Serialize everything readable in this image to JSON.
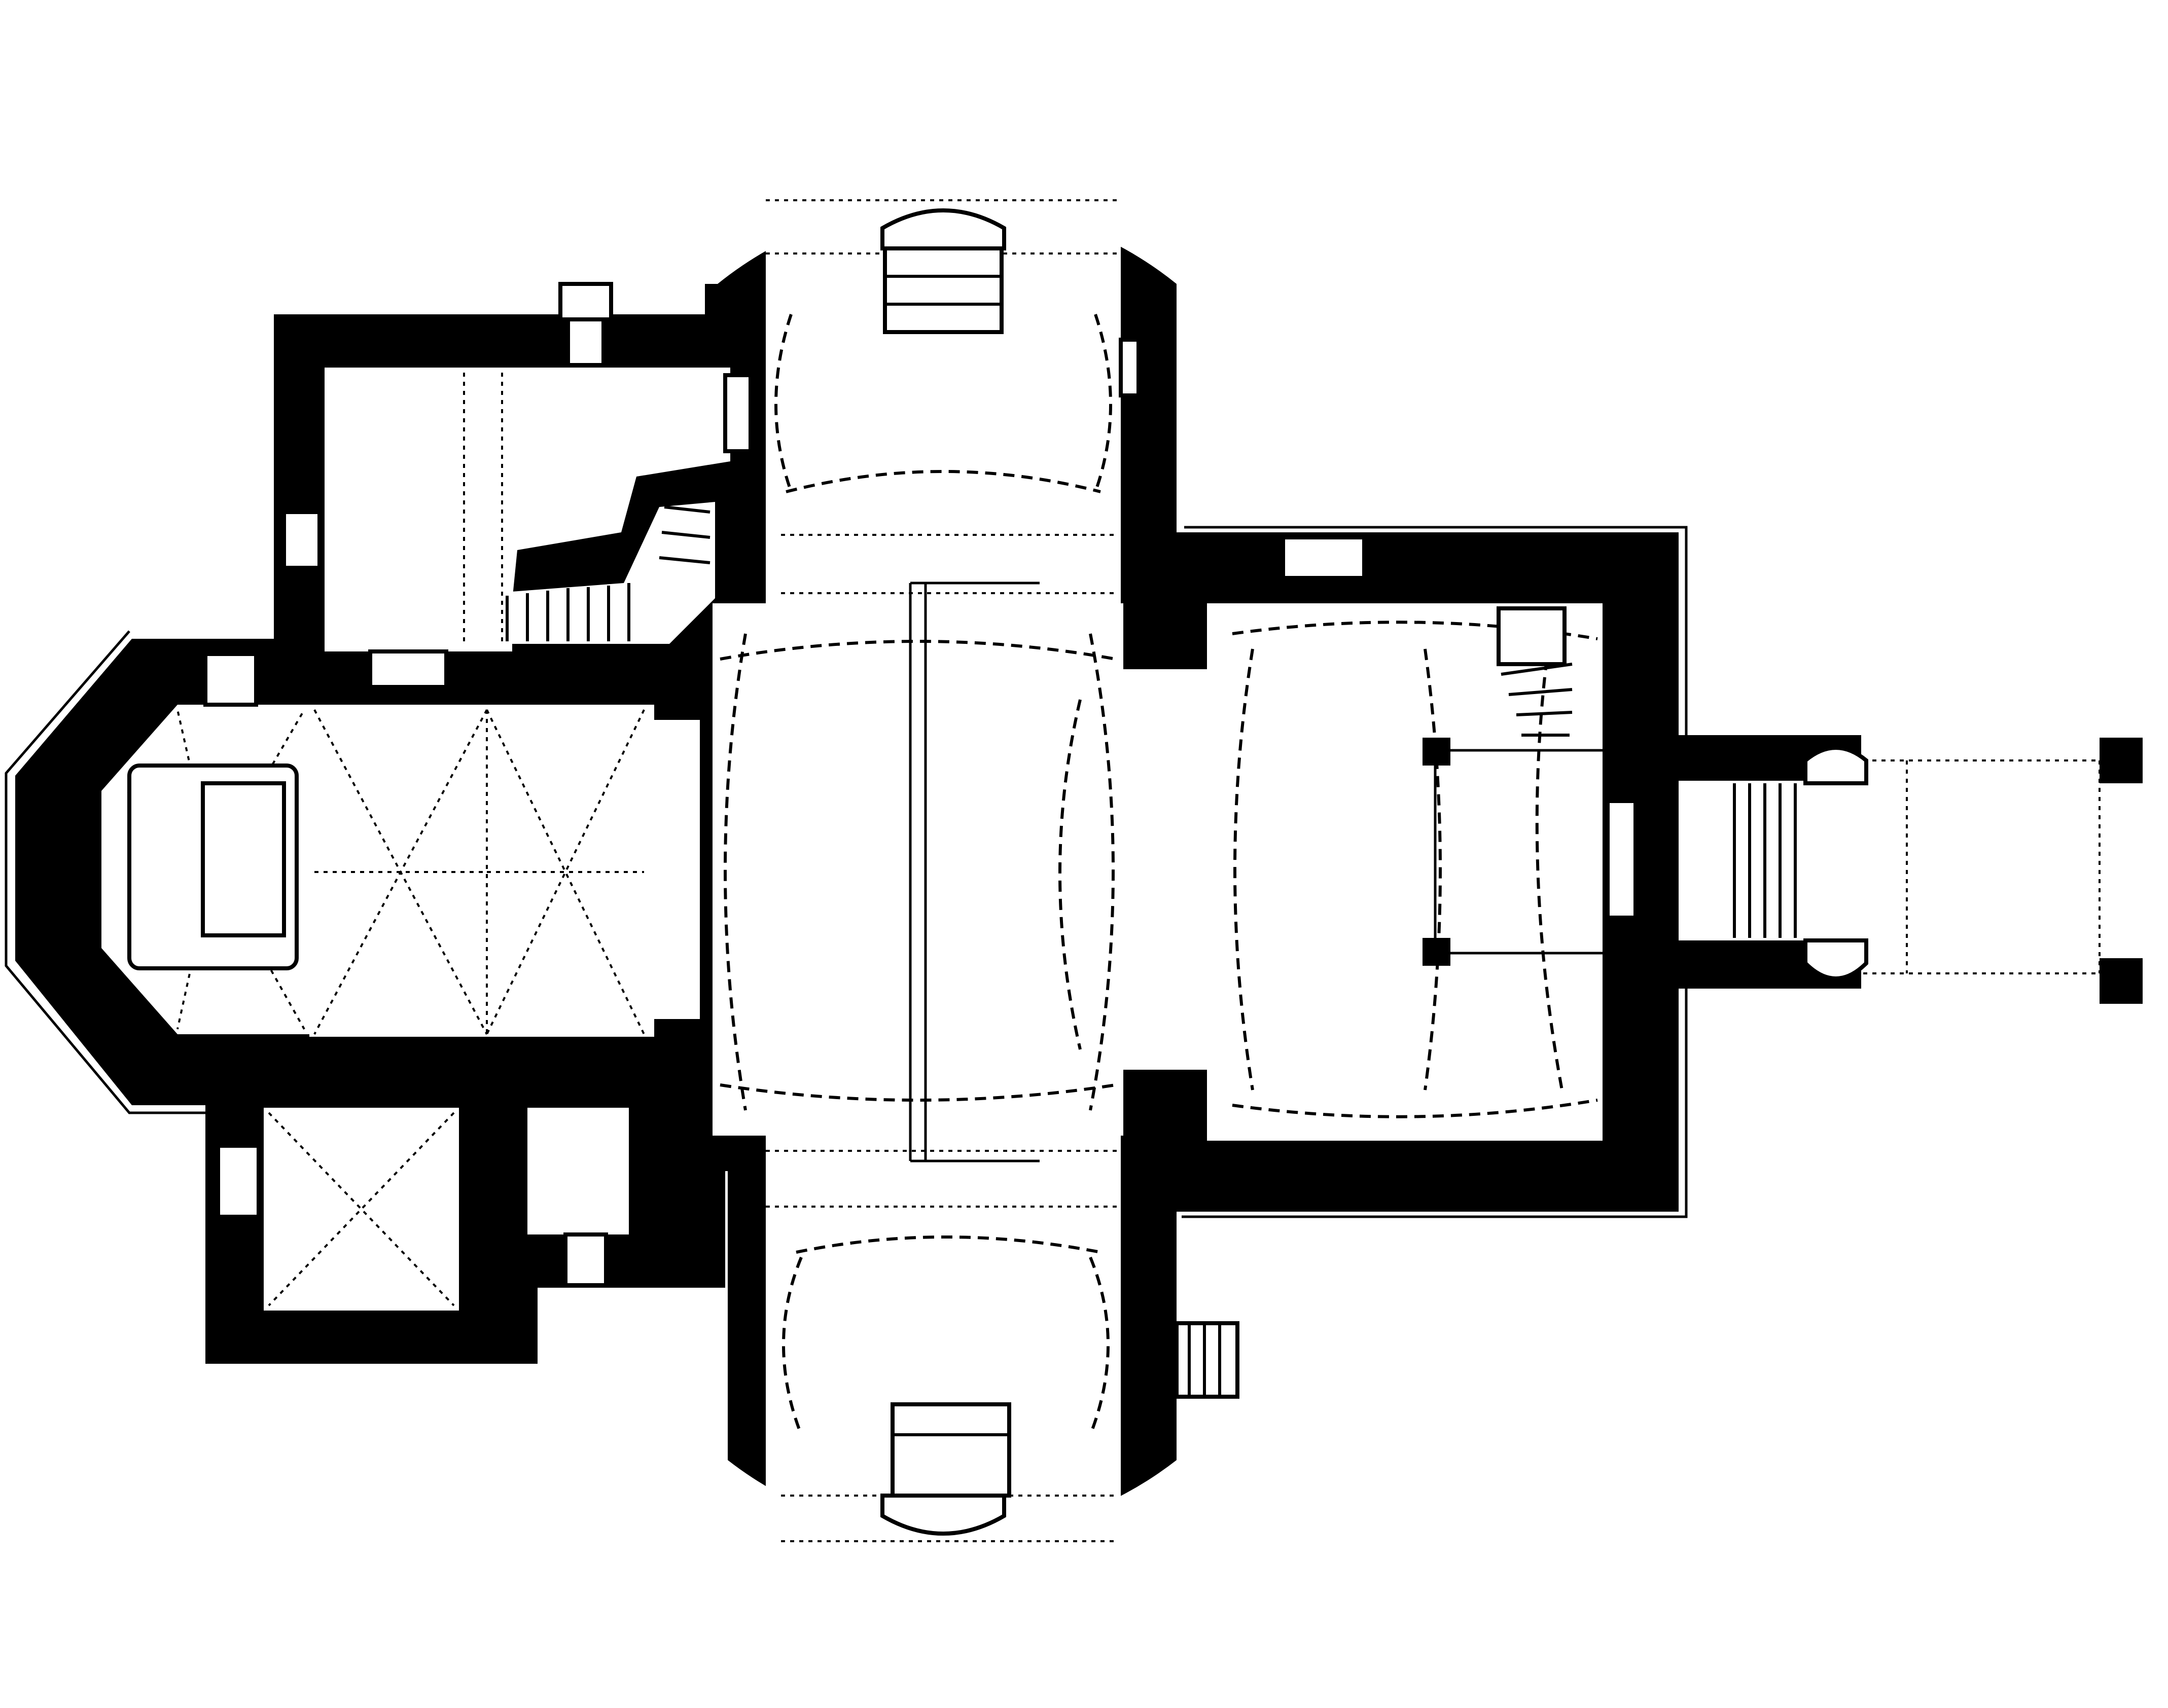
{
  "figure": {
    "kind": "architectural-floor-plan",
    "text": []
  },
  "colors": {
    "wall": "#000000",
    "background": "#ffffff"
  },
  "spaces": [
    "west-apse-octagonal",
    "west-nave-bay-1",
    "west-nave-bay-2",
    "west-vestibule-hall",
    "north-staircase",
    "northwest-room",
    "southwest-room-large",
    "southwest-room-small",
    "crossing",
    "north-apse",
    "south-apse",
    "east-bay",
    "east-chamber",
    "east-spiral-stair",
    "east-entrance-porch"
  ]
}
